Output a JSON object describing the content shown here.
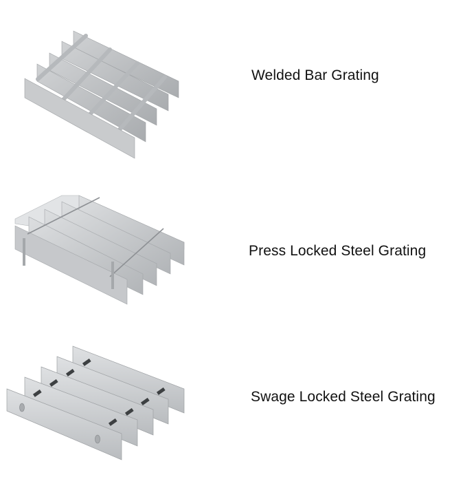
{
  "items": [
    {
      "label": "Welded Bar Grating",
      "image": "welded-bar-grating-image"
    },
    {
      "label": "Press Locked Steel Grating",
      "image": "press-locked-steel-grating-image"
    },
    {
      "label": "Swage Locked Steel Grating",
      "image": "swage-locked-steel-grating-image"
    }
  ],
  "colors": {
    "background": "#ffffff",
    "text": "#111111",
    "steel_light": "#d4d6d8",
    "steel_mid": "#b4b7ba",
    "steel_dark": "#8e9296"
  }
}
